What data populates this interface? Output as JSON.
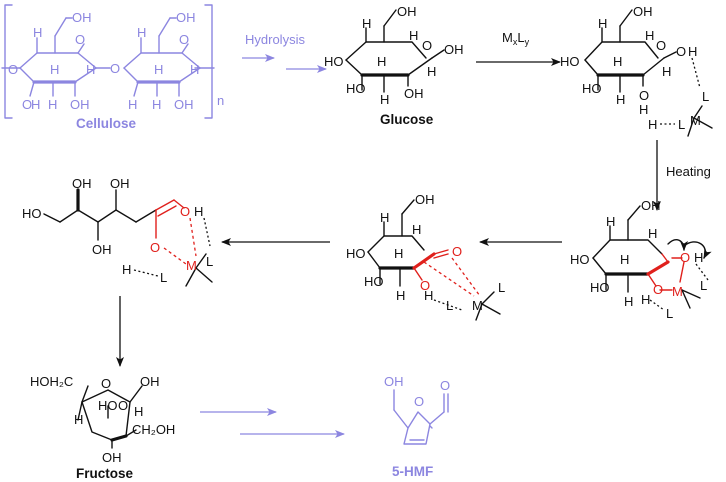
{
  "molecules": {
    "cellulose": {
      "name": "Cellulose",
      "repeat": "n"
    },
    "glucose": {
      "name": "Glucose"
    },
    "fructose": {
      "name": "Fructose"
    },
    "hmf": {
      "name": "5-HMF"
    }
  },
  "steps": {
    "hydrolysis": "Hydrolysis",
    "catalyst_main": "M",
    "catalyst_sub1": "x",
    "catalyst_mid": "L",
    "catalyst_sub2": "y",
    "heating": "Heating"
  },
  "atoms": {
    "oh": "OH",
    "ho": "HO",
    "h": "H",
    "o": "O",
    "l": "L",
    "m": "M",
    "hoh2c": "HOH₂C",
    "ch2oh": "CH₂OH"
  },
  "colors": {
    "black": "#111111",
    "purple": "#8c86e0",
    "red": "#e0201c"
  }
}
